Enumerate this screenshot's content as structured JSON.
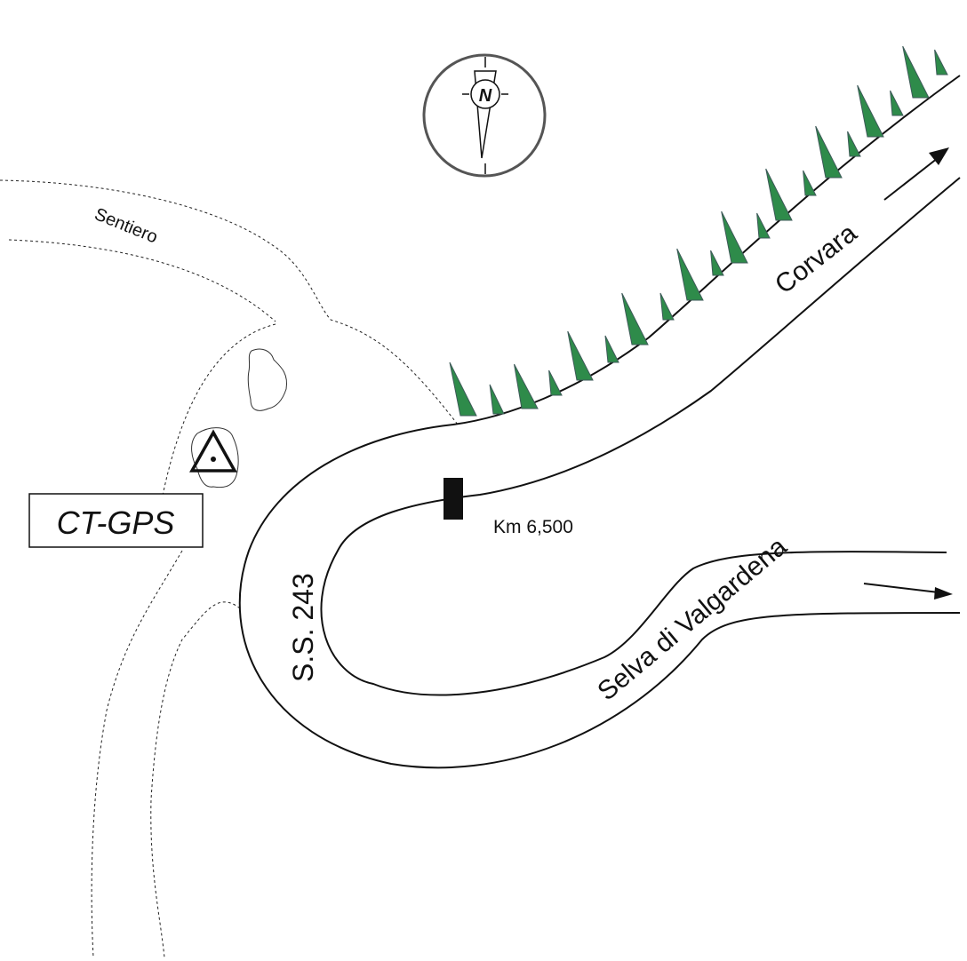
{
  "labels": {
    "path": "Sentiero",
    "road_name": "S.S. 243",
    "direction_corvara": "Corvara",
    "direction_selva": "Selva di Valgardena",
    "km_marker": "Km 6,500",
    "station": "CT-GPS",
    "north": "N"
  },
  "colors": {
    "trees": "#2e8b4a",
    "tree_dark": "#3d5a58",
    "line": "#111111"
  },
  "icons": [
    "north-arrow-icon",
    "survey-point-icon",
    "km-marker-icon",
    "tree-icon"
  ]
}
